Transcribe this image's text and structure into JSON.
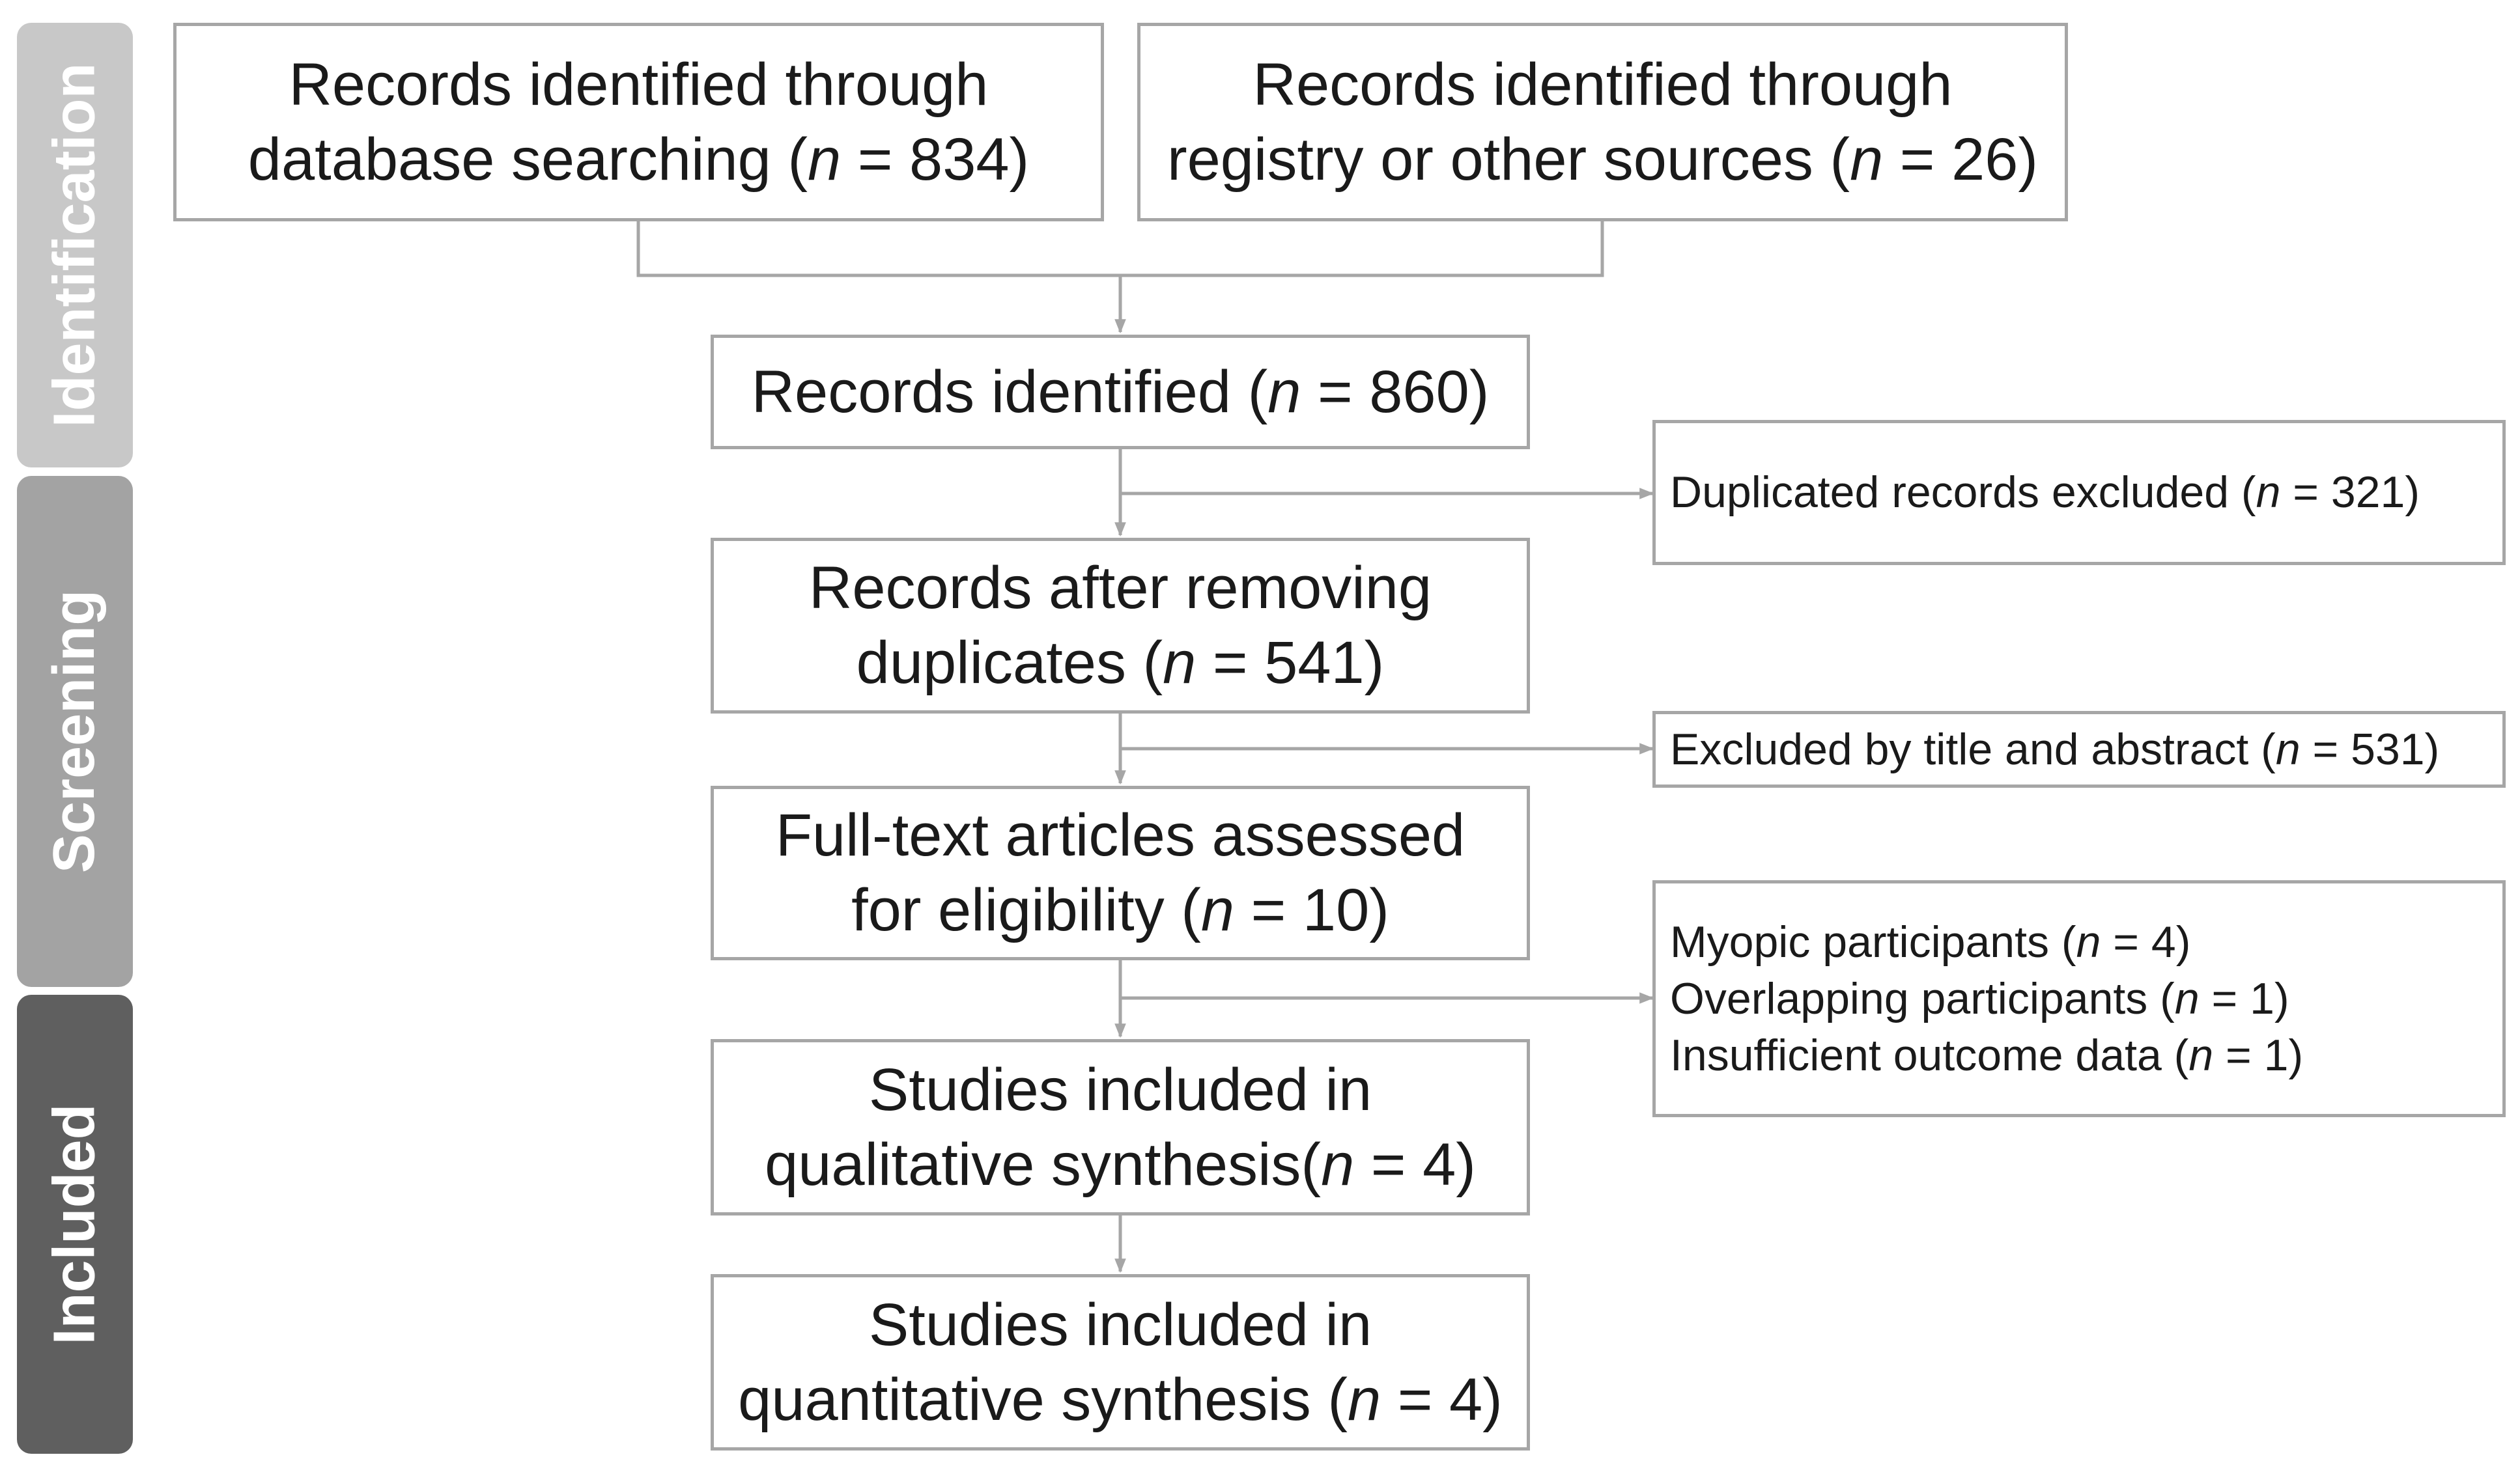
{
  "stages": [
    {
      "id": "identification",
      "label": "Identification",
      "color": "#c8c8c8"
    },
    {
      "id": "screening",
      "label": "Screening",
      "color": "#a3a3a3"
    },
    {
      "id": "included",
      "label": "Included",
      "color": "#5f5f5f"
    }
  ],
  "boxes": {
    "database": {
      "lines": [
        {
          "pre": "Records identified through"
        },
        {
          "pre": "database searching (",
          "n": "n",
          "post": " = 834)"
        }
      ]
    },
    "registry": {
      "lines": [
        {
          "pre": "Records identified through"
        },
        {
          "pre": "registry or other sources (",
          "n": "n",
          "post": " = 26)"
        }
      ]
    },
    "identified": {
      "lines": [
        {
          "pre": "Records identified (",
          "n": "n",
          "post": " = 860)"
        }
      ]
    },
    "duplicates_excluded": {
      "lines": [
        {
          "pre": "Duplicated records excluded (",
          "n": "n",
          "post": " = 321)"
        }
      ]
    },
    "after_duplicates": {
      "lines": [
        {
          "pre": "Records after removing"
        },
        {
          "pre": "duplicates (",
          "n": "n",
          "post": " = 541)"
        }
      ]
    },
    "title_abstract_excluded": {
      "lines": [
        {
          "pre": "Excluded by title and abstract (",
          "n": "n",
          "post": " = 531)"
        }
      ]
    },
    "fulltext": {
      "lines": [
        {
          "pre": "Full-text articles assessed"
        },
        {
          "pre": "for eligibility (",
          "n": "n",
          "post": " = 10)"
        }
      ]
    },
    "fulltext_excluded": {
      "lines": [
        {
          "pre": "Myopic participants (",
          "n": "n",
          "post": " = 4)"
        },
        {
          "pre": "Overlapping participants (",
          "n": "n",
          "post": " = 1)"
        },
        {
          "pre": "Insufficient outcome data (",
          "n": "n",
          "post": " = 1)"
        }
      ]
    },
    "qualitative": {
      "lines": [
        {
          "pre": "Studies included in"
        },
        {
          "pre": "qualitative synthesis(",
          "n": "n",
          "post": " = 4)"
        }
      ]
    },
    "quantitative": {
      "lines": [
        {
          "pre": "Studies included in"
        },
        {
          "pre": "quantitative synthesis (",
          "n": "n",
          "post": " = 4)"
        }
      ]
    }
  },
  "colors": {
    "border": "#a6a6a6",
    "connector": "#a6a6a6"
  }
}
